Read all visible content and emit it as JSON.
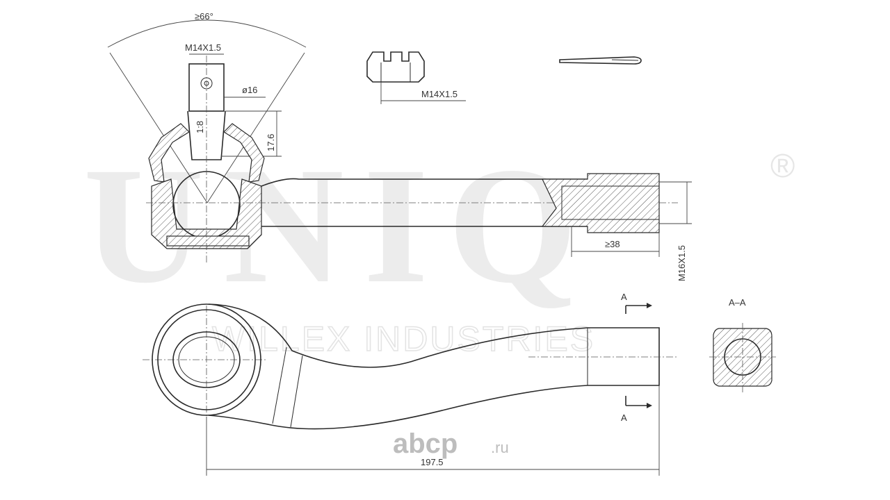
{
  "watermark": {
    "brand": "UNIQ",
    "registered": "®",
    "subtitle": "WILLEX INDUSTRIES"
  },
  "source_logo": {
    "name": "abcp",
    "tld": ".ru"
  },
  "dimensions": {
    "angle": "≥66°",
    "stud_thread": "M14X1.5",
    "stud_diameter": "ø16",
    "taper": "1:8",
    "taper_length": "17.6",
    "nut_thread": "M14X1.5",
    "thread_depth": "≥38",
    "inner_thread": "M16X1.5",
    "overall_length": "197.5"
  },
  "section": {
    "name": "A–A",
    "mark_top": "A",
    "mark_bottom": "A"
  },
  "colors": {
    "line": "#2a2a2a",
    "watermark": "#ececec"
  }
}
